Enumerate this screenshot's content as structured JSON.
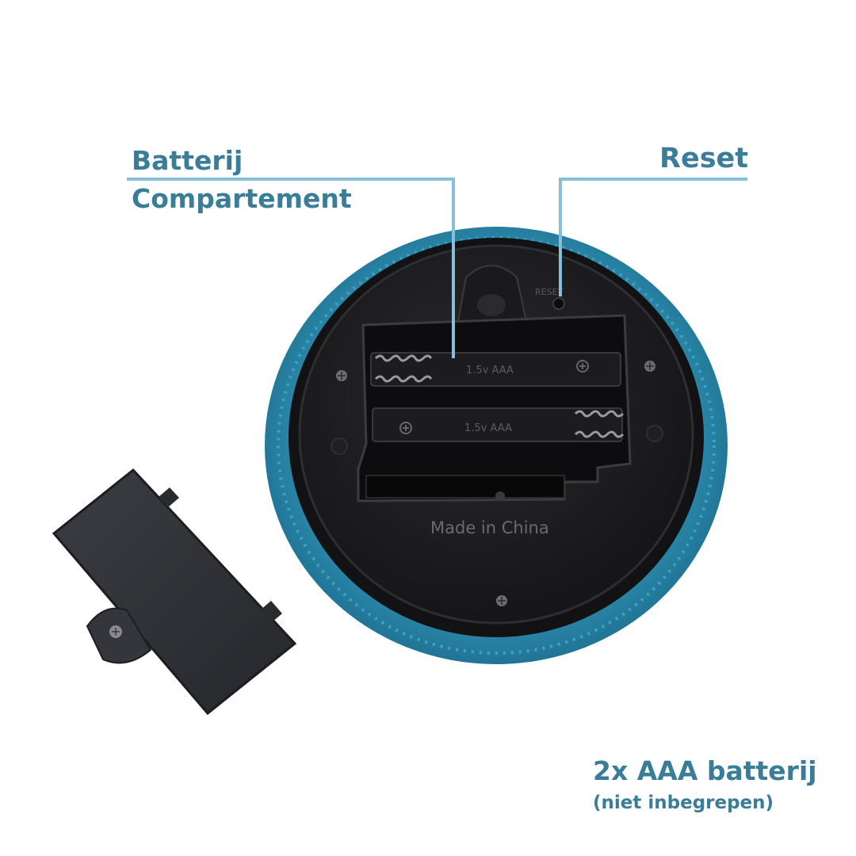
{
  "labels": {
    "battery_line1": "Batterij",
    "battery_line2": "Compartement",
    "reset": "Reset",
    "note_line1": "2x AAA batterij",
    "note_line2": "(niet inbegrepen)"
  },
  "engravings": {
    "made_in": "Made in China",
    "battery_top": "1.5v AAA",
    "battery_bottom": "1.5v AAA",
    "reset_mark": "RESET"
  },
  "colors": {
    "accent_text": "#3a7d99",
    "leader_line": "#86bfd7",
    "housing_blue": "#2a86a8",
    "plastic_black": "#1b1b1d"
  }
}
